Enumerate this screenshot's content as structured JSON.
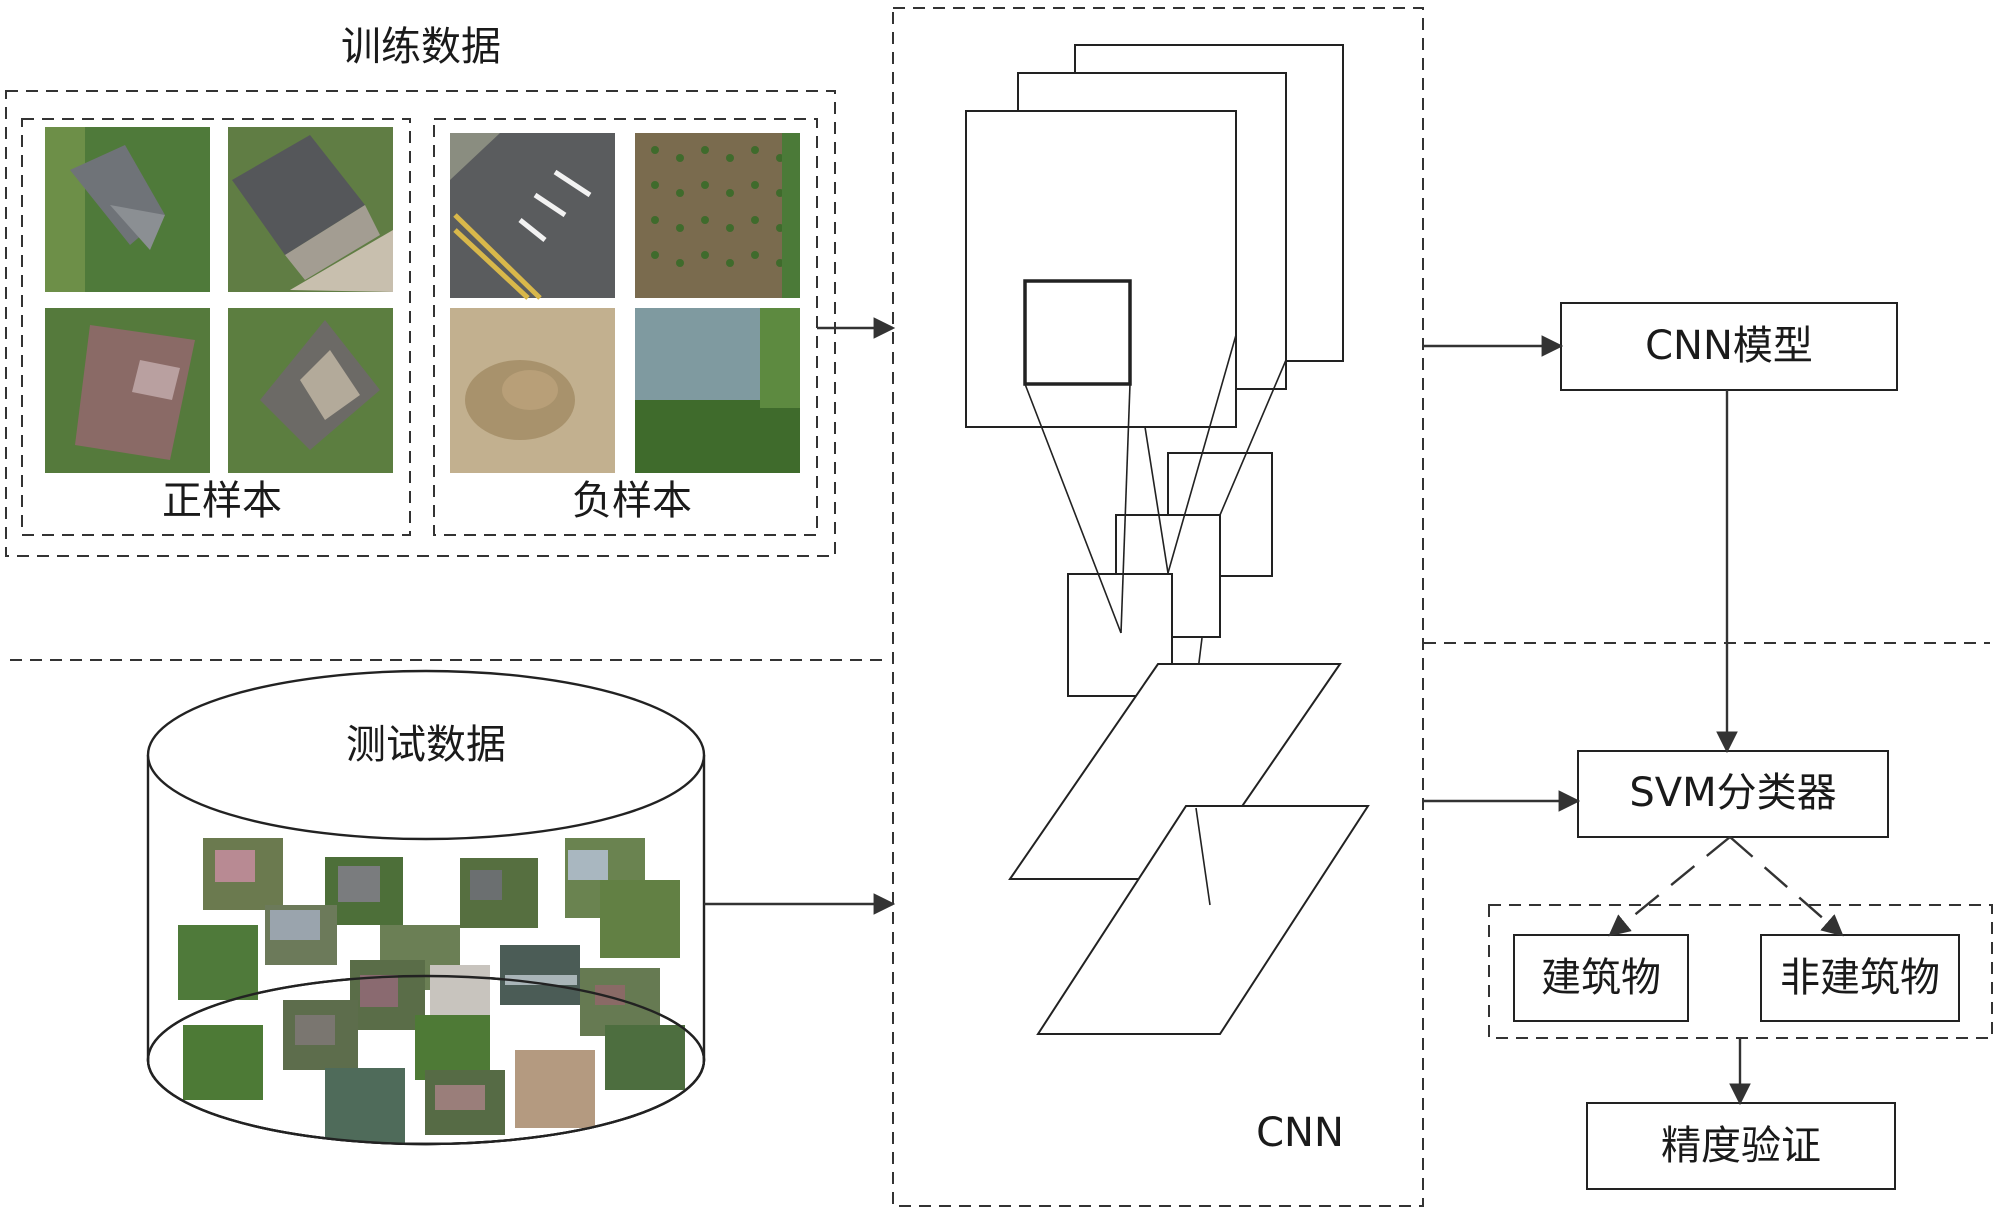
{
  "training": {
    "title": "训练数据",
    "positive_label": "正样本",
    "negative_label": "负样本"
  },
  "testing": {
    "title": "测试数据"
  },
  "cnn": {
    "label": "CNN"
  },
  "pipeline": {
    "cnn_model": "CNN模型",
    "svm_classifier": "SVM分类器",
    "building": "建筑物",
    "non_building": "非建筑物",
    "accuracy": "精度验证"
  },
  "colors": {
    "line": "#333333",
    "roof_gray": "#6f7378",
    "roof_brown": "#8a6a66",
    "vegetation": "#4f7a3a",
    "road": "#5a5c5e",
    "soil": "#b9a585",
    "water": "#7f9aa0"
  }
}
